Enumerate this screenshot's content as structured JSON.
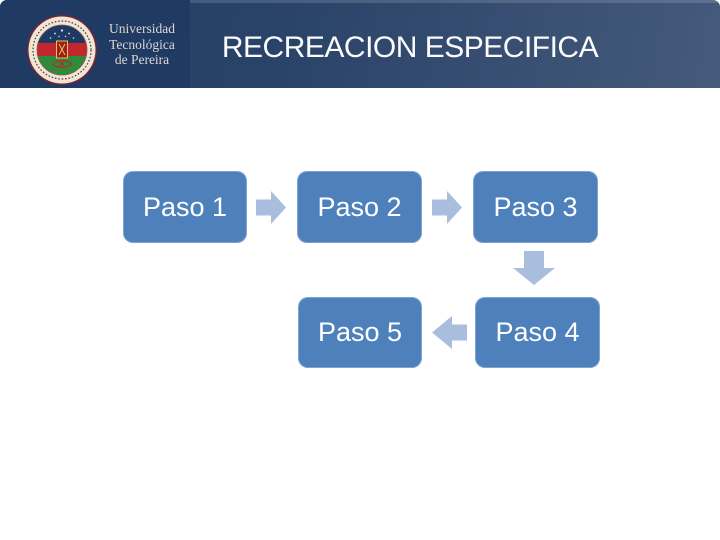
{
  "title": "RECREACION ESPECIFICA",
  "logo": {
    "line1": "Universidad",
    "line2": "Tecnológica",
    "line3": "de Pereira"
  },
  "diagram": {
    "type": "process-flow",
    "steps": [
      "Paso 1",
      "Paso 2",
      "Paso 3",
      "Paso 4",
      "Paso 5"
    ],
    "flow": "Paso 1 → Paso 2 → Paso 3 ↓ Paso 4 ← Paso 5"
  },
  "colors": {
    "header_dark": "#213c65",
    "header_light": "#455a7c",
    "logo_block": "#203b63",
    "box_fill": "#4e80bb",
    "arrow_fill": "#a9bedd",
    "title_text": "#fbfbfb",
    "box_text": "#ffffff",
    "seal_ring": "#efe6d8",
    "seal_band_red": "#c1272d",
    "seal_band_green": "#2e8b3a"
  }
}
